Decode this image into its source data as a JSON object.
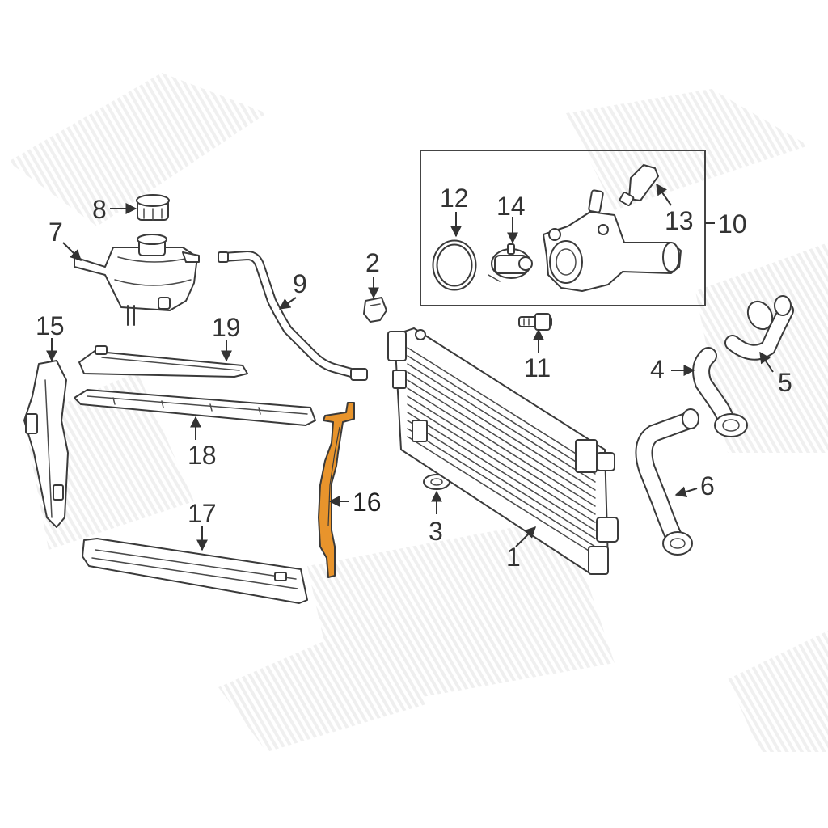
{
  "diagram": {
    "highlight_color": "#E8942C",
    "highlighted_part": "16",
    "callouts": {
      "c1": "1",
      "c2": "2",
      "c3": "3",
      "c4": "4",
      "c5": "5",
      "c6": "6",
      "c7": "7",
      "c8": "8",
      "c9": "9",
      "c10": "10",
      "c11": "11",
      "c12": "12",
      "c13": "13",
      "c14": "14",
      "c15": "15",
      "c16": "16",
      "c17": "17",
      "c18": "18",
      "c19": "19"
    }
  }
}
